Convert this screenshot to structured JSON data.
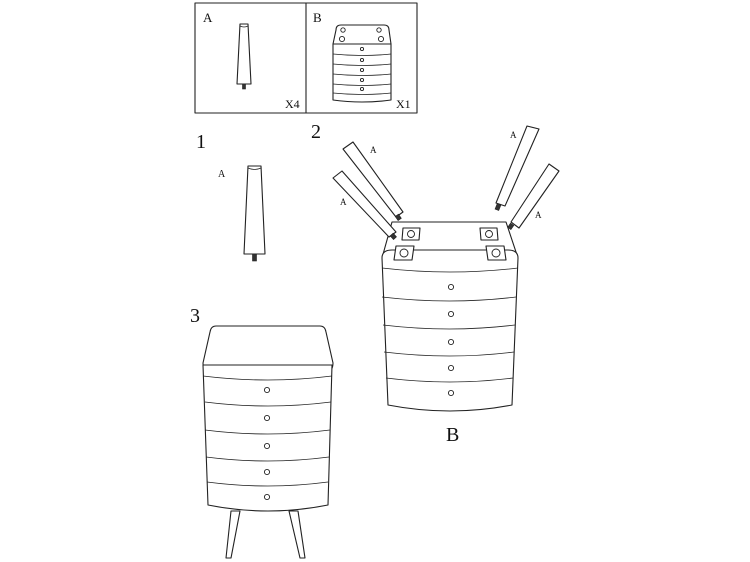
{
  "parts_box": {
    "part_a": {
      "letter": "A",
      "quantity": "X4"
    },
    "part_b": {
      "letter": "B",
      "quantity": "X1"
    }
  },
  "steps": {
    "step1": {
      "number": "1",
      "label": "A"
    },
    "step2": {
      "number": "2",
      "label_top_left": "A",
      "label_bottom_left": "A",
      "label_top_right": "A",
      "label_bottom_right": "A",
      "body_label": "B"
    },
    "step3": {
      "number": "3"
    }
  }
}
